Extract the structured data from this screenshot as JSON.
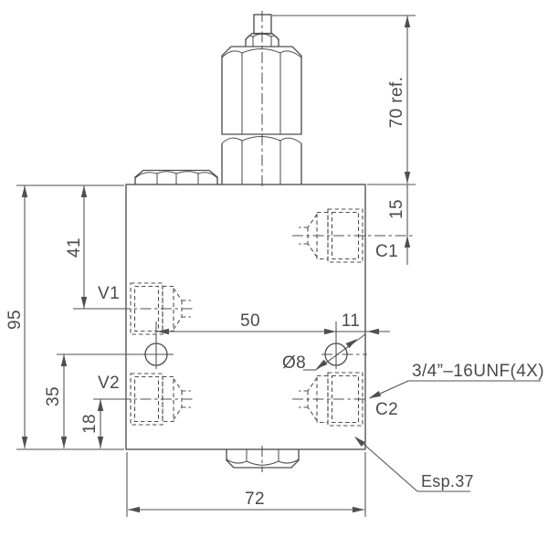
{
  "drawing": {
    "dimensions": {
      "stem_height": "70 ref.",
      "c1_offset": "15",
      "total_height": "95",
      "v1_offset": "41",
      "hole_row_offset": "35",
      "v2_offset": "18",
      "hole_spacing": "50",
      "hole_edge_offset": "11",
      "body_width": "72"
    },
    "ports": {
      "v1": "V1",
      "v2": "V2",
      "c1": "C1",
      "c2": "C2"
    },
    "annotations": {
      "hole_diameter": "Ø8",
      "thread_spec": "3/4”–16UNF(4X)",
      "thickness_note": "Esp.37"
    },
    "colors": {
      "line": "#4f4f4f",
      "text": "#4a4a4a",
      "background": "#ffffff"
    }
  }
}
